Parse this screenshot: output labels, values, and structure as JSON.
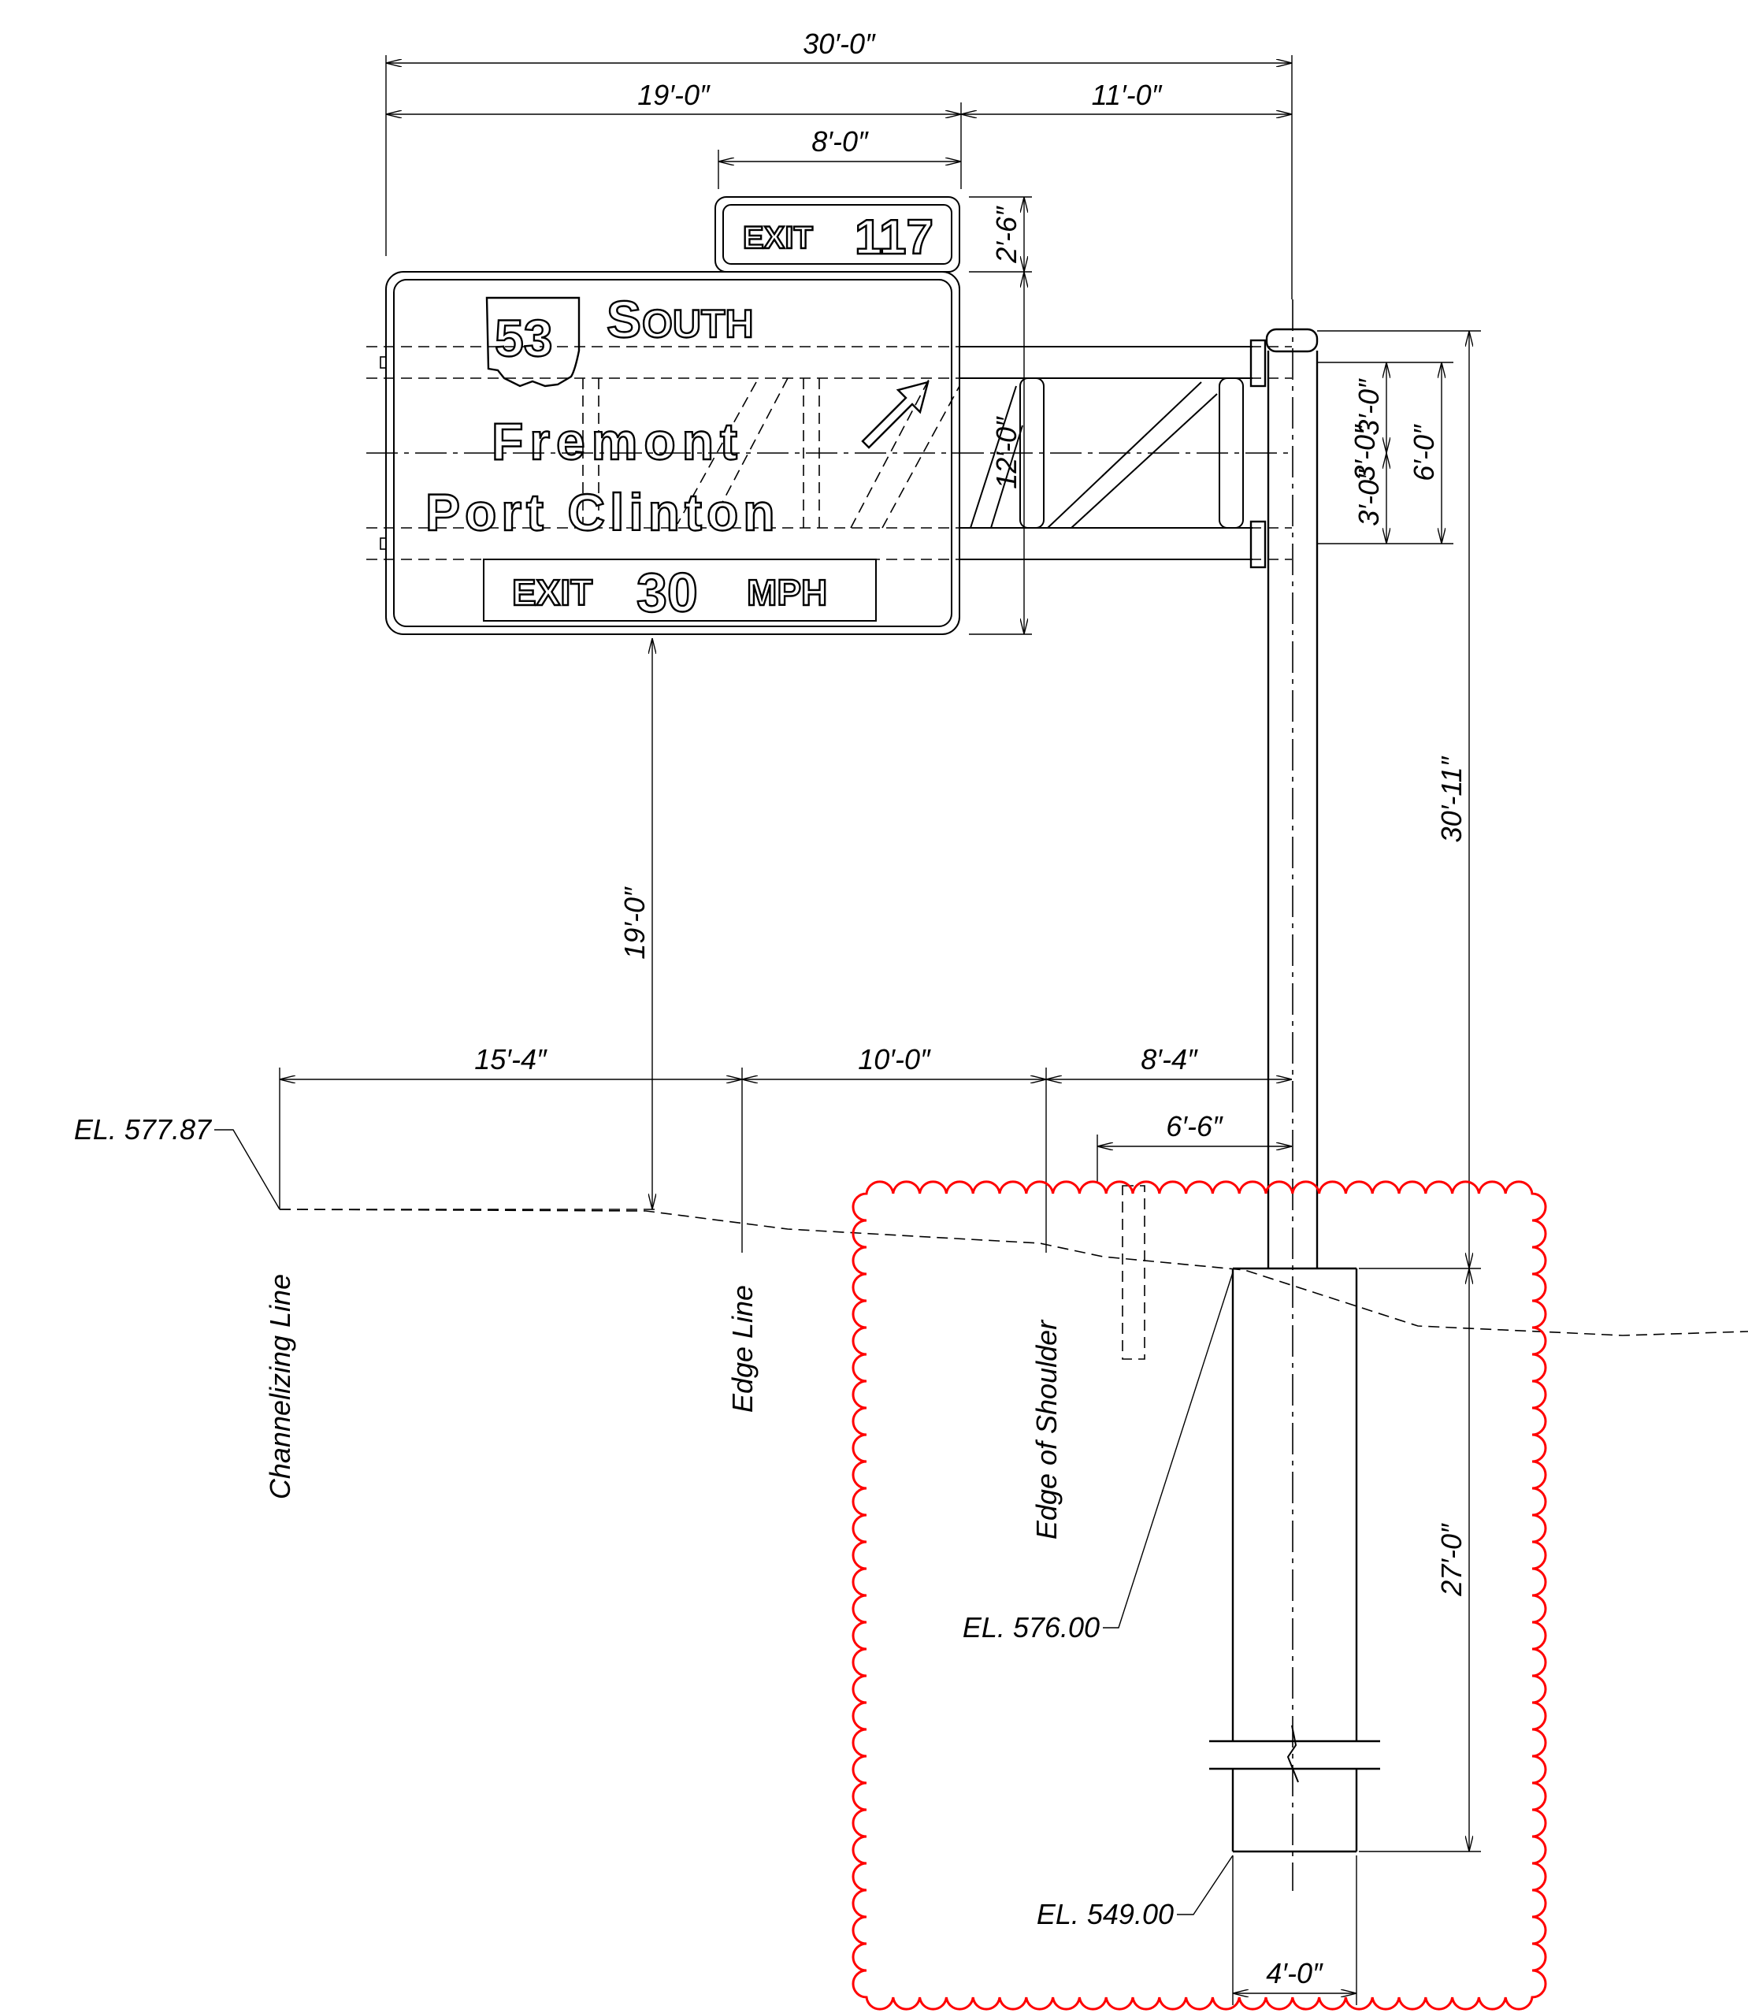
{
  "sign": {
    "exit_tab_word": "EXIT",
    "exit_tab_number": "117",
    "route_number": "53",
    "direction_first": "S",
    "direction_rest": "OUTH",
    "destination_1": "Fremont",
    "destination_2": "Port Clinton",
    "advisory_exit": "EXIT",
    "advisory_speed": "30",
    "advisory_unit": "MPH"
  },
  "dimensions": {
    "overall_width": "30′-0″",
    "left_span": "19′-0″",
    "right_span": "11′-0″",
    "exit_tab_width": "8′-0″",
    "exit_tab_height": "2′-6″",
    "sign_height": "12′-0″",
    "arm_upper": "3′-0″",
    "arm_center": "3′-0″",
    "arm_lower": "3′-0″",
    "arm_total": "6′-0″",
    "pole_height": "30′-11″",
    "clearance": "19′-0″",
    "offset_channelizing": "15′-4″",
    "offset_edge_line": "10′-0″",
    "offset_shoulder": "8′-4″",
    "offset_foundation": "6′-6″",
    "foundation_depth": "27′-0″",
    "foundation_width": "4′-0″"
  },
  "elevations": {
    "channelizing": "EL. 577.87",
    "ground": "EL. 576.00",
    "foundation_bottom": "EL. 549.00"
  },
  "lines": {
    "channelizing": "Channelizing Line",
    "edge": "Edge Line",
    "shoulder": "Edge of Shoulder"
  },
  "colors": {
    "revision_cloud": "#ff0000",
    "linework": "#000000"
  }
}
